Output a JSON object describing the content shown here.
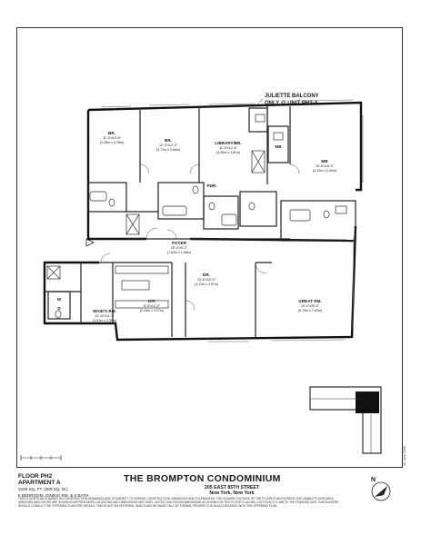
{
  "callout": {
    "line1": "JULIETTE BALCONY",
    "line2": "ONLY @ UNIT PH2-A"
  },
  "rooms": {
    "br_left": {
      "name": "BR.",
      "dim1": "11'-0\"x15'-8\"",
      "dim2": "(3.35m x 4.78m)"
    },
    "br_mid": {
      "name": "BR.",
      "dim1": "12'-2\"x12'-0\"",
      "dim2": "(3.71m x 3.66m)"
    },
    "library": {
      "name": "LIBRARY/BR.",
      "dim1": "11'-0\"x12'-6\"",
      "dim2": "(3.35m x 3.81m)"
    },
    "mb": {
      "name": "MB",
      "dim1": "13'-6\"x18'-0\"",
      "dim2": "(4.12m x 5.49m)"
    },
    "mb_bath": {
      "name": "MB"
    },
    "pdr": {
      "name": "PDR."
    },
    "foyer": {
      "name": "FOYER",
      "dim1": "25'-0\"x5'-2\"",
      "dim2": "(7.62m x 1.58m)"
    },
    "maids": {
      "name": "MAID'S RM.",
      "dim1": "12'-10\"x11'-0\"",
      "dim2": "(3.91m x 3.35m)"
    },
    "kitchen": {
      "name": "KIT.",
      "dim1": "8'-0\"x14'-0\"",
      "dim2": "(2.44m x 4.27m)"
    },
    "dining": {
      "name": "DR.",
      "dim1": "13'-6\"x15'-0\"",
      "dim2": "(4.11m x 4.57m)"
    },
    "great": {
      "name": "GREAT RM.",
      "dim1": "19'-0\"x25'-0\"",
      "dim2": "(5.79m x 7.62m)"
    },
    "wd": {
      "w": "W",
      "d": "D"
    }
  },
  "title_block": {
    "floor": "FLOOR PH2",
    "apartment": "APARTMENT A",
    "area": "3326 SQ. FT. (309 SQ. M.)",
    "rooms_summary": "5 BEDROOM, DINING RM. & 6 BATH",
    "building": "THE BROMPTON CONDOMINIUM",
    "street": "205 EAST 85TH STREET",
    "city": "New York, New York",
    "disclaimer": "THIS FLOOR PLAN IS BASED ON CONSTRUCTION DRAWINGS AND IS SUBJECT TO NORMAL CONSTRUCTION VARIANCES AND TOLERANCES. THE SQUARE FOOTAGE OF THE FLOOR PLAN EXCEEDS THE USABLE FLOOR AREA. WINDOWS AND DOORS ARE SHOWN IN APPROXIMATE LOCATIONS AND DIMENSIONS MAY VARY. LAYOUT AND ROOM DIMENSIONS AS SHOWN ON THIS FLOOR PLAN WILL NOT EXACTLY MATCH THE FINISHED UNIT. PURCHASERS SHOULD CONSULT THE OFFERING PLAN FOR DETAILS. THIS IS NOT AN OFFERING, WHICH MAY BE MADE ONLY BY FORMAL PROSPECTUS IN ACCORDANCE WITH THE OFFERING PLAN.",
    "north": "N",
    "date": "12 June 2008"
  }
}
